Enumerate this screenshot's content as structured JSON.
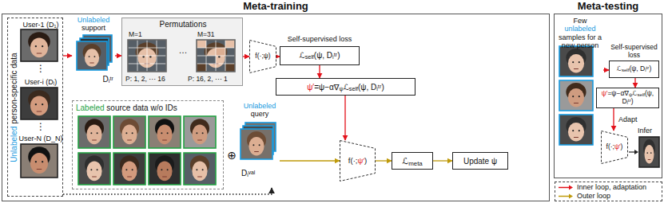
{
  "diagram": {
    "nodes": [
      {
        "text": [
          "Meta-training"
        ]
      },
      {
        "text": [
          "Unlabeled person-specific data",
          "User-1 (D₁)",
          "⋮",
          "User-i (Dᵢ)",
          "⋮",
          "User-N (D_N)"
        ],
        "in": 0
      },
      {
        "text": [
          "Unlabeled support",
          "Dᵢᵗʳ"
        ],
        "in": 0
      },
      {
        "text": [
          "Permutations",
          "M=1",
          "…",
          "M=31",
          "P: 1, 2, ⋯ 16",
          "P: 16, 2, ⋯ 1"
        ],
        "in": 0
      },
      {
        "text": [
          "f(·;ψ)"
        ],
        "in": 0
      },
      {
        "text": [
          "Self-supervised loss",
          "ℒself(ψ, Dᵢᵗʳ)"
        ],
        "in": 0
      },
      {
        "text": [
          "ψ′=ψ−α∇ψℒself(ψ, Dᵢᵗʳ)"
        ],
        "in": 0
      },
      {
        "text": [
          "Labeled source data w/o IDs"
        ],
        "in": 0
      },
      {
        "text": [
          "Unlabeled query",
          "Dᵢᵛᵃˡ"
        ],
        "in": 0
      },
      {
        "text": [
          "f(·;ψ′)"
        ],
        "in": 0
      },
      {
        "text": [
          "ℒmeta"
        ],
        "in": 0
      },
      {
        "text": [
          "Update ψ"
        ],
        "in": 0
      },
      {
        "text": [
          "Meta-testing"
        ]
      },
      {
        "text": [
          "Few unlabeled samples for a new person"
        ],
        "in": 12
      },
      {
        "text": [
          "Self-supervised loss",
          "ℒself(ψ, Dᵢᵗʳ)"
        ],
        "in": 12
      },
      {
        "text": [
          "ψ′=ψ−α∇ψℒself(ψ, Dᵢᵗʳ)"
        ],
        "in": 12
      },
      {
        "text": [
          "f(·;ψ′)"
        ],
        "in": 12
      }
    ],
    "edges": [
      {
        "from": 1,
        "to": 2,
        "arrow": "to"
      },
      {
        "from": 2,
        "to": 3,
        "arrow": "to"
      },
      {
        "from": 3,
        "to": 4,
        "arrow": "to"
      },
      {
        "from": 4,
        "to": 5,
        "arrow": "to"
      },
      {
        "from": 5,
        "to": 6,
        "arrow": "to"
      },
      {
        "from": 6,
        "to": 9,
        "arrow": "to"
      },
      {
        "from": 1,
        "to": 8,
        "arrow": "to"
      },
      {
        "from": 8,
        "to": 9,
        "arrow": "to"
      },
      {
        "from": 9,
        "to": 10,
        "arrow": "to"
      },
      {
        "from": 10,
        "to": 11,
        "arrow": "to"
      },
      {
        "from": 13,
        "to": 14,
        "arrow": "to"
      },
      {
        "from": 14,
        "to": 15,
        "arrow": "to"
      },
      {
        "from": 15,
        "to": 16,
        "label": "Adapt",
        "arrow": "to"
      }
    ],
    "labels": [
      "⊕",
      "Infer"
    ],
    "legend": [
      {
        "text": "Inner loop, adaptation"
      },
      {
        "text": "Outer loop"
      }
    ]
  }
}
